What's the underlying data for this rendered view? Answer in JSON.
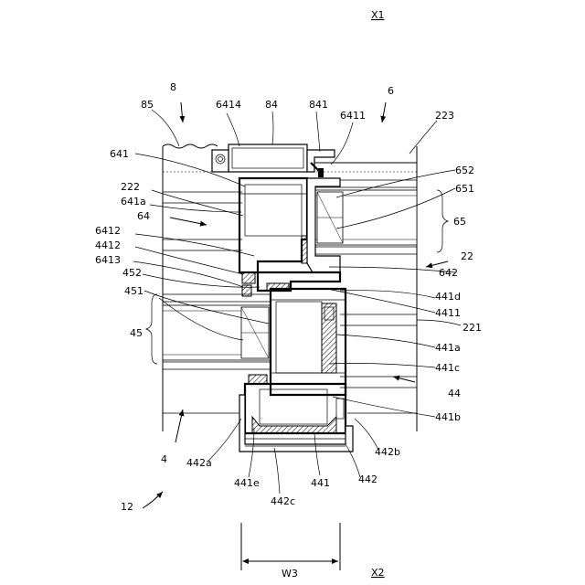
{
  "labels": {
    "x1": "X1",
    "x2": "X2",
    "w3": "W3",
    "n8": "8",
    "n6": "6",
    "n85": "85",
    "n84": "84",
    "n841": "841",
    "n6414": "6414",
    "n6411": "6411",
    "n223": "223",
    "n641": "641",
    "n652": "652",
    "n651": "651",
    "n222": "222",
    "n641a": "641a",
    "n64": "64",
    "n65": "65",
    "n6412": "6412",
    "n22": "22",
    "n4412": "4412",
    "n6413": "6413",
    "n642": "642",
    "n452": "452",
    "n441d": "441d",
    "n451": "451",
    "n4411": "4411",
    "n221": "221",
    "n45": "45",
    "n441a": "441a",
    "n441c": "441c",
    "n44": "44",
    "n441b": "441b",
    "n4": "4",
    "n442a": "442a",
    "n442b": "442b",
    "n441e": "441e",
    "n441": "441",
    "n442": "442",
    "n442c": "442c",
    "n12": "12"
  }
}
